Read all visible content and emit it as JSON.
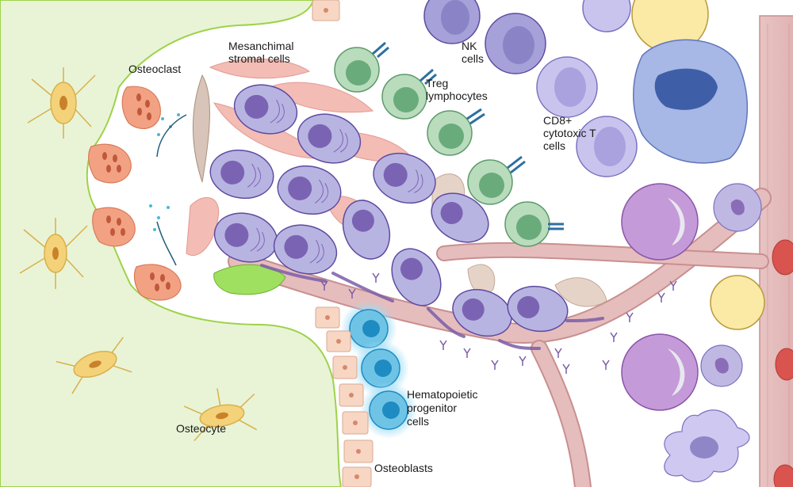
{
  "labels": {
    "osteoclast": "Osteoclast",
    "mesenchymal": [
      "Mesanchimal",
      "stromal cells"
    ],
    "nk": [
      "NK",
      "cells"
    ],
    "treg": [
      "Treg",
      "lymphocytes"
    ],
    "cd8": [
      "CD8+",
      "cytotoxic T",
      "cells"
    ],
    "hematopoietic": [
      "Hematopoietic",
      "progenitor",
      "cells"
    ],
    "osteocyte": "Osteocyte",
    "osteoblasts": "Osteoblasts"
  },
  "colors": {
    "bone": "#e9f4d7",
    "bone_edge": "#9ed24a",
    "vessel": "#e3b9b9",
    "vessel_edge": "#c98f8f",
    "plasma_cell": "#b8b4e2",
    "plasma_nucleus": "#7b63b3",
    "treg_cell": "#b9dcbd",
    "treg_nucleus": "#6aab7c",
    "nk_cell": "#a6a1d8",
    "hpc": "#6fc4e6",
    "hpc_nucleus": "#1e8bc2",
    "osteoclast": "#f2a283",
    "osteocyte": "#f3d27a",
    "stromal": "#f2b5ae",
    "adipocyte": "#fbe9a6",
    "antibody": "#7b5ea8",
    "receptor": "#2d6fa0"
  }
}
